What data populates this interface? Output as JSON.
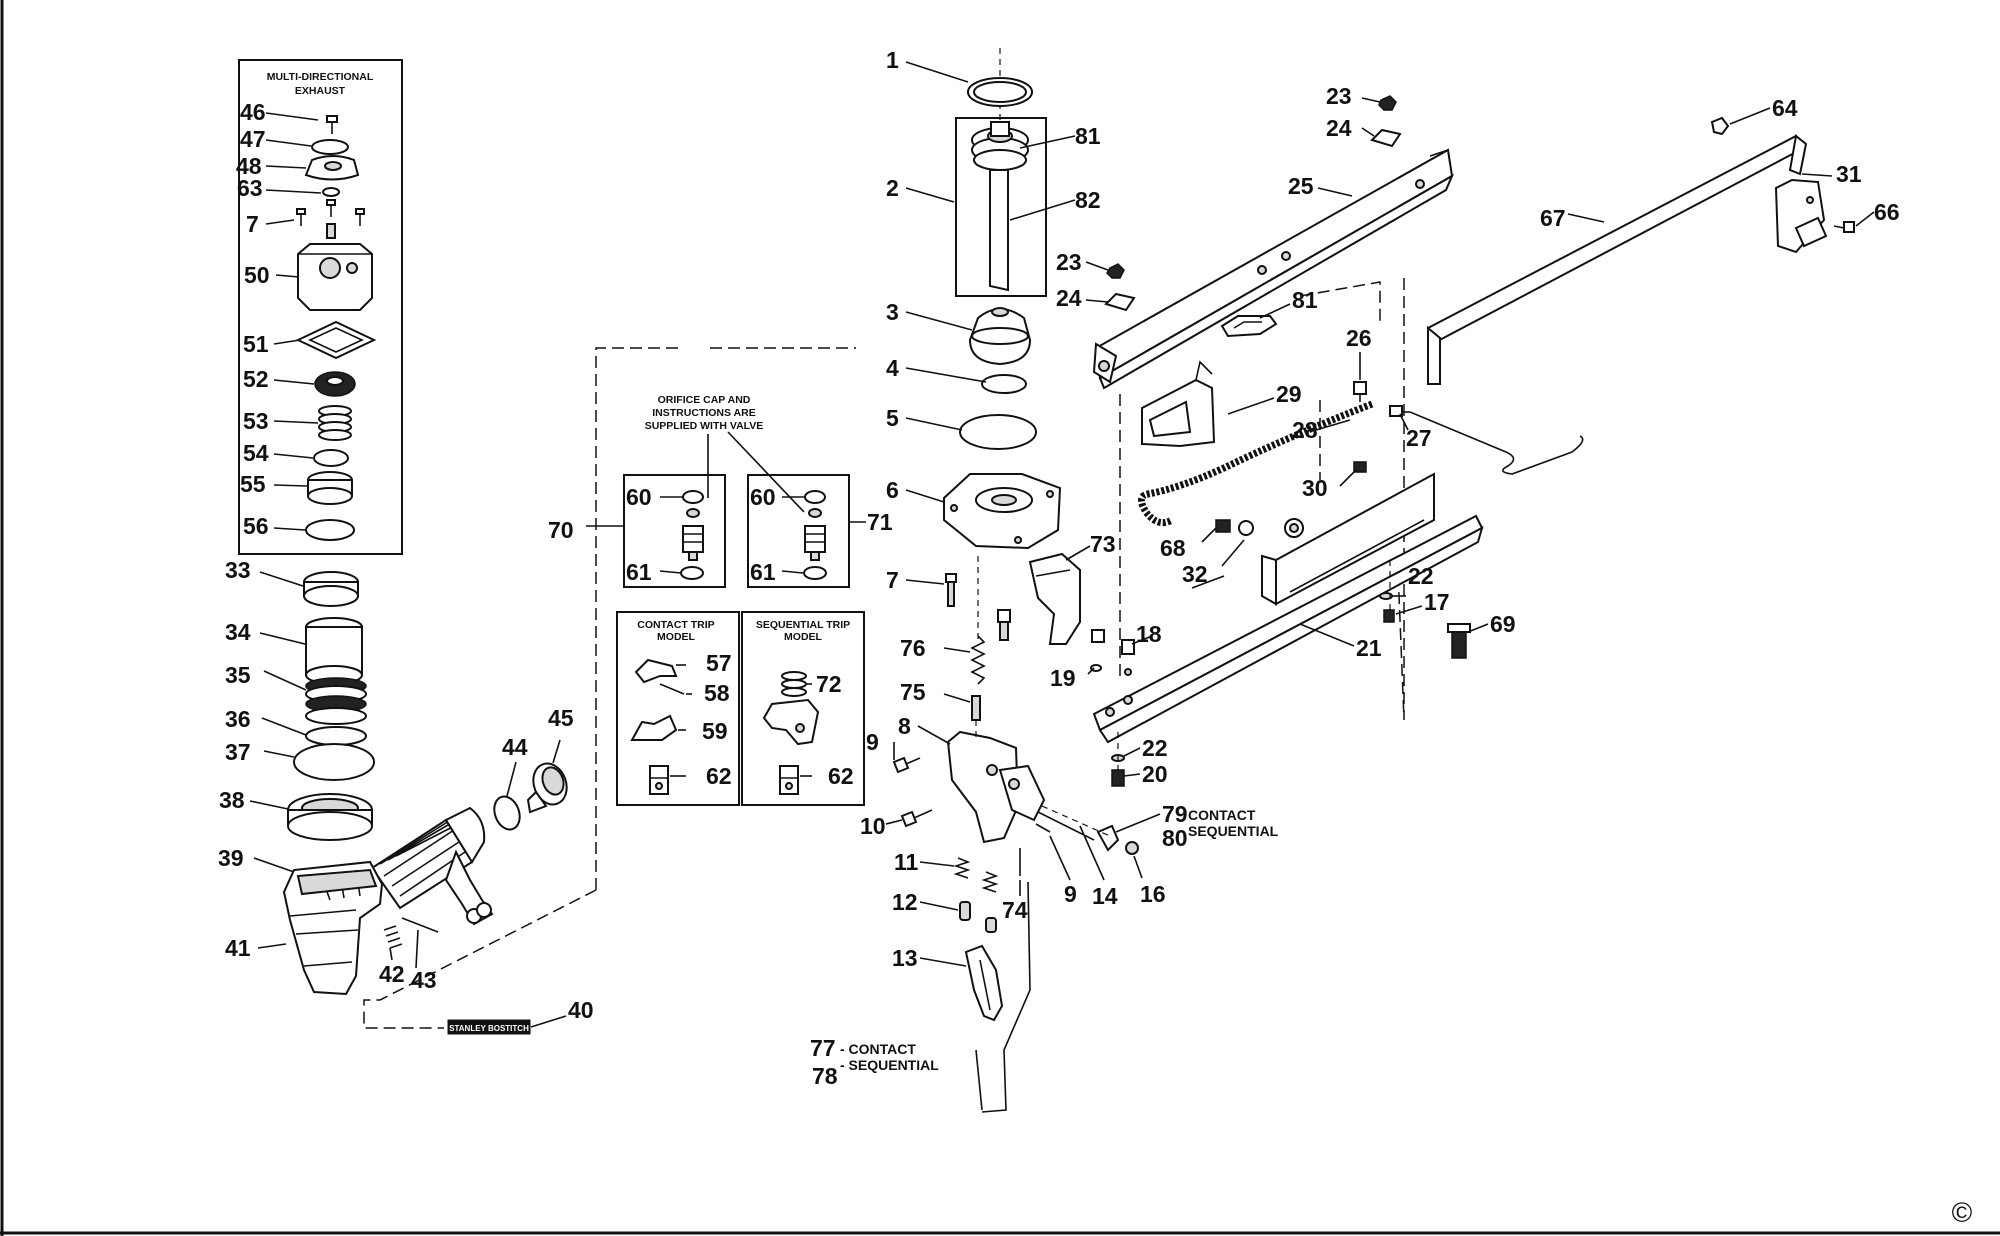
{
  "labels": {
    "exhaust_box_title_1": "MULTI-DIRECTIONAL",
    "exhaust_box_title_2": "EXHAUST",
    "orifice_note_1": "ORIFICE CAP AND",
    "orifice_note_2": "INSTRUCTIONS ARE",
    "orifice_note_3": "SUPPLIED WITH VALVE",
    "contact_trip_1": "CONTACT TRIP",
    "contact_trip_2": "MODEL",
    "sequential_trip_1": "SEQUENTIAL TRIP",
    "sequential_trip_2": "MODEL",
    "contact_79": "CONTACT",
    "sequential_80": "SEQUENTIAL",
    "contact_77": "- CONTACT",
    "sequential_78": "- SEQUENTIAL",
    "brand_plate": "STANLEY BOSTITCH",
    "copyright": "©"
  },
  "parts": {
    "p1": "1",
    "p2": "2",
    "p3": "3",
    "p4": "4",
    "p5": "5",
    "p6": "6",
    "p7a": "7",
    "p7b": "7",
    "p8": "8",
    "p9a": "9",
    "p9b": "9",
    "p10": "10",
    "p11": "11",
    "p12": "12",
    "p13": "13",
    "p14": "14",
    "p16": "16",
    "p17": "17",
    "p18": "18",
    "p19": "19",
    "p20": "20",
    "p21": "21",
    "p22a": "22",
    "p22b": "22",
    "p23a": "23",
    "p23b": "23",
    "p24a": "24",
    "p24b": "24",
    "p25": "25",
    "p26": "26",
    "p27": "27",
    "p28": "28",
    "p29": "29",
    "p30": "30",
    "p31": "31",
    "p32": "32",
    "p33": "33",
    "p34": "34",
    "p35": "35",
    "p36": "36",
    "p37": "37",
    "p38": "38",
    "p39": "39",
    "p40": "40",
    "p41": "41",
    "p42": "42",
    "p43": "43",
    "p44": "44",
    "p45": "45",
    "p46": "46",
    "p47": "47",
    "p48": "48",
    "p50": "50",
    "p51": "51",
    "p52": "52",
    "p53": "53",
    "p54": "54",
    "p55": "55",
    "p56": "56",
    "p57": "57",
    "p58": "58",
    "p59": "59",
    "p60a": "60",
    "p60b": "60",
    "p61a": "61",
    "p61b": "61",
    "p62a": "62",
    "p62b": "62",
    "p63": "63",
    "p64": "64",
    "p66": "66",
    "p67": "67",
    "p68": "68",
    "p69": "69",
    "p70": "70",
    "p71": "71",
    "p72": "72",
    "p73": "73",
    "p74": "74",
    "p75": "75",
    "p76": "76",
    "p77": "77",
    "p78": "78",
    "p79": "79",
    "p80": "80",
    "p81a": "81",
    "p81b": "81",
    "p82": "82"
  }
}
